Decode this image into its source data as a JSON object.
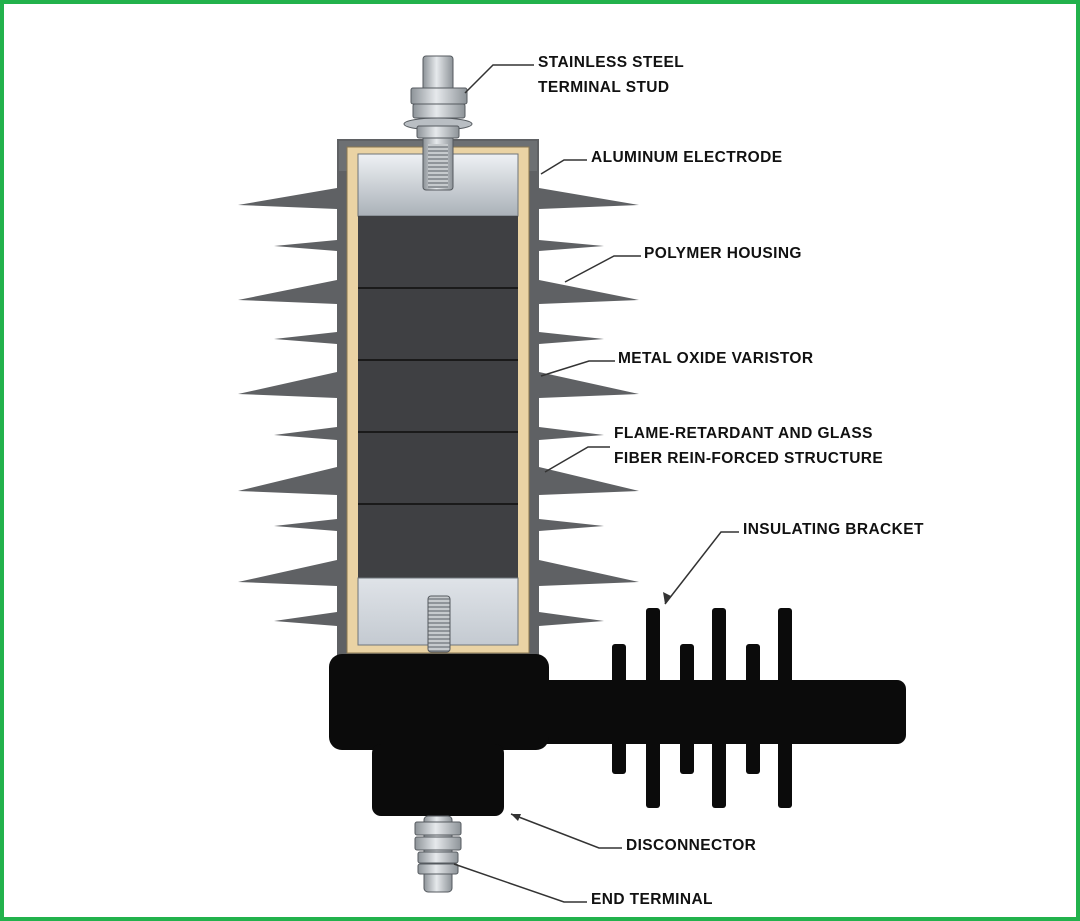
{
  "labels": {
    "stud_line1": "STAINLESS STEEL",
    "stud_line2": "TERMINAL STUD",
    "electrode": "ALUMINUM ELECTRODE",
    "housing": "POLYMER HOUSING",
    "varistor": "METAL OXIDE VARISTOR",
    "structure_line1": "FLAME-RETARDANT AND GLASS",
    "structure_line2": "FIBER REIN-FORCED STRUCTURE",
    "bracket": "INSULATING BRACKET",
    "disconnector": "DISCONNECTOR",
    "end_terminal": "END TERMINAL"
  },
  "colors": {
    "frame_border": "#22b24c",
    "housing_grey": "#5f6164",
    "varistor_dark": "#3f4043",
    "fiber_tan": "#ead3a4",
    "electrode_silver": "#c9cfd6",
    "bracket_black": "#0b0b0b"
  }
}
